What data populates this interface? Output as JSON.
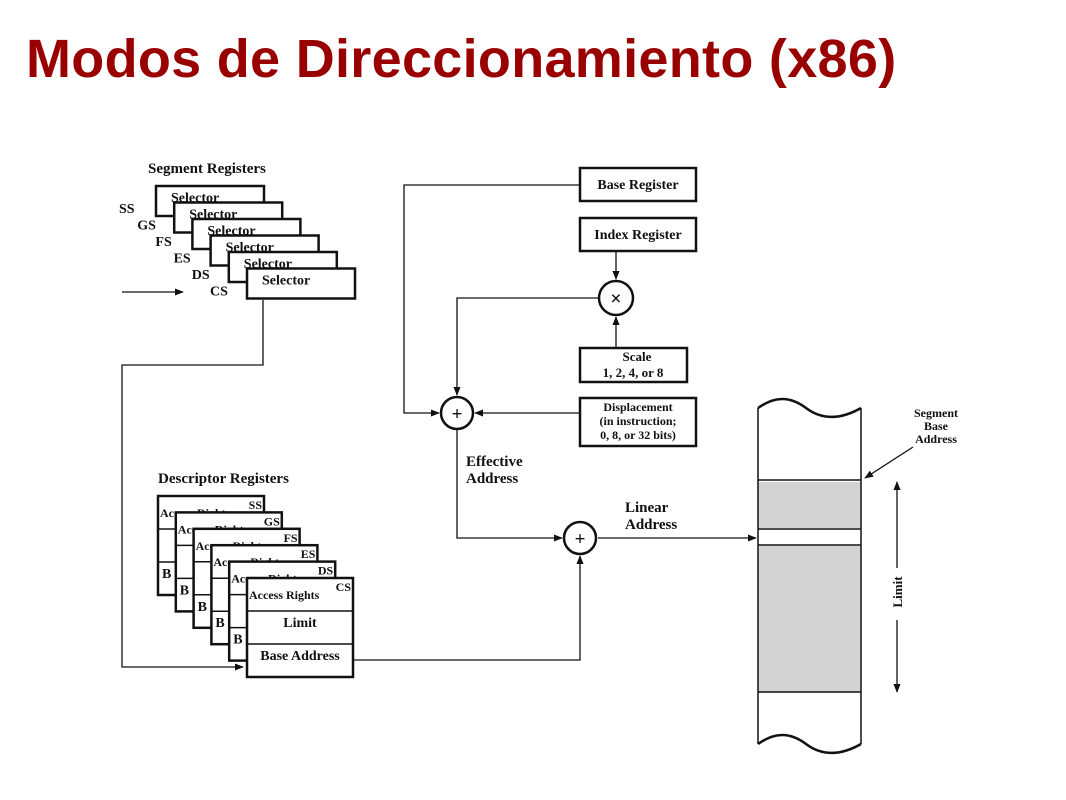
{
  "title": "Modos de Direccionamiento (x86)",
  "segment_registers": {
    "heading": "Segment Registers",
    "selector_label": "Selector",
    "names": [
      "SS",
      "GS",
      "FS",
      "ES",
      "DS",
      "CS"
    ]
  },
  "descriptor_registers": {
    "heading": "Descriptor Registers",
    "names": [
      "SS",
      "GS",
      "FS",
      "ES",
      "DS",
      "CS"
    ],
    "access_rights": "Access Rights",
    "limit": "Limit",
    "base_address": "Base Address",
    "partial_b": "B"
  },
  "base_register": "Base Register",
  "index_register": "Index Register",
  "scale": {
    "line1": "Scale",
    "line2": "1, 2, 4, or 8"
  },
  "displacement": {
    "line1": "Displacement",
    "line2": "(in instruction;",
    "line3": "0, 8, or 32 bits)"
  },
  "multiply_symbol": "×",
  "plus_symbol": "+",
  "effective_address": {
    "line1": "Effective",
    "line2": "Address"
  },
  "linear_address": {
    "line1": "Linear",
    "line2": "Address"
  },
  "segment_base_address": {
    "line1": "Segment",
    "line2": "Base",
    "line3": "Address"
  },
  "limit_label": "Limit"
}
